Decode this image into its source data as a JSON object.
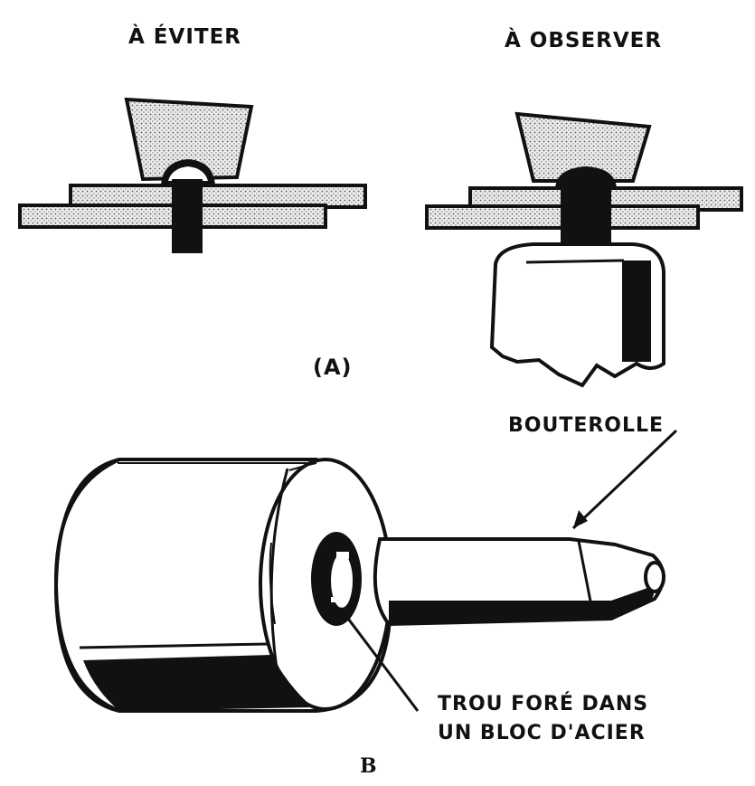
{
  "panel_a": {
    "left_title": "À ÉVITER",
    "right_title": "À OBSERVER",
    "caption": "(A)"
  },
  "panel_b": {
    "tool_label": "BOUTEROLLE",
    "hole_label_line1": "TROU FORÉ DANS",
    "hole_label_line2": "UN BLOC D'ACIER",
    "caption": "B"
  }
}
